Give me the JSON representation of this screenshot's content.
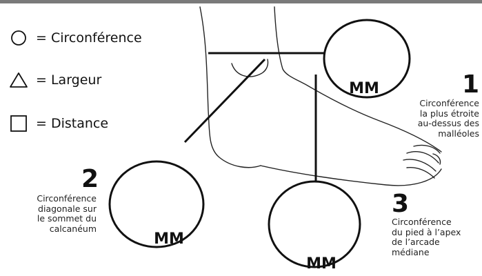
{
  "legend": {
    "circle_text": "= Circonférence",
    "triangle_text": "= Largeur",
    "square_text": "= Distance"
  },
  "measurements": [
    {
      "number": "1",
      "mm": "MM",
      "lines": [
        "Circonférence",
        "la plus étroite",
        "au-dessus des",
        "malléoles"
      ]
    },
    {
      "number": "2",
      "mm": "MM",
      "lines": [
        "Circonférence",
        "diagonale sur",
        "le sommet du",
        "calcanéum"
      ]
    },
    {
      "number": "3",
      "mm": "MM",
      "lines": [
        "Circonférence",
        "du pied à l’apex",
        "de l’arcade",
        "médiane"
      ]
    }
  ],
  "colors": {
    "ink": "#111111",
    "topbar": "#7a7a7a",
    "background": "#ffffff"
  }
}
